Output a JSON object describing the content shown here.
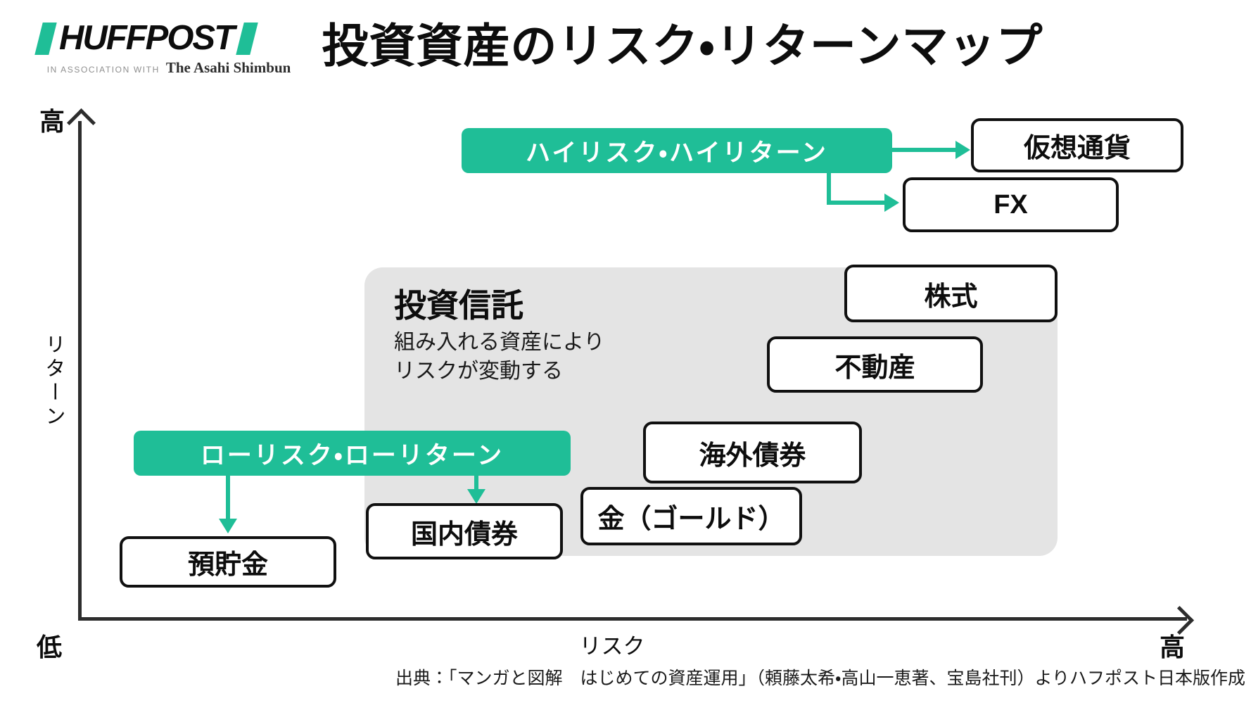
{
  "logo": {
    "brand": "HUFFPOST",
    "association": "IN ASSOCIATION WITH",
    "partner": "The Asahi Shimbun"
  },
  "title": "投資資産のリスク・リターンマップ",
  "axes": {
    "y_high": "高",
    "y_low": "低",
    "y_label": "リターン",
    "x_label": "リスク",
    "x_high": "高"
  },
  "labels": {
    "high_risk": "ハイリスク・ハイリターン",
    "low_risk": "ローリスク・ローリターン"
  },
  "panel": {
    "title": "投資信託",
    "desc_line1": "組み入れる資産により",
    "desc_line2": "リスクが変動する"
  },
  "assets": [
    {
      "id": "crypto",
      "label": "仮想通貨"
    },
    {
      "id": "fx",
      "label": "FX"
    },
    {
      "id": "stocks",
      "label": "株式"
    },
    {
      "id": "real_estate",
      "label": "不動産"
    },
    {
      "id": "foreign_bonds",
      "label": "海外債券"
    },
    {
      "id": "gold",
      "label": "金（ゴールド）"
    },
    {
      "id": "domestic_bonds",
      "label": "国内債券"
    },
    {
      "id": "savings",
      "label": "預貯金"
    }
  ],
  "source": "出典：「マンガと図解　はじめての資産運用」（頼藤太希・高山一恵著、宝島社刊）よりハフポスト日本版作成",
  "colors": {
    "green": "#1FBE97",
    "panel_gray": "#e4e4e4",
    "axis": "#2d2d2d",
    "box_border": "#101010"
  },
  "chart_data": {
    "type": "scatter",
    "title": "投資資産のリスク・リターンマップ",
    "xlabel": "リスク",
    "ylabel": "リターン",
    "x_range_labels": [
      "低",
      "高"
    ],
    "y_range_labels": [
      "低",
      "高"
    ],
    "grid": false,
    "points": [
      {
        "label": "預貯金",
        "risk": 0.13,
        "return": 0.09,
        "group": "ローリスク・ローリターン"
      },
      {
        "label": "国内債券",
        "risk": 0.35,
        "return": 0.17,
        "group": "ローリスク・ローリターン"
      },
      {
        "label": "金（ゴールド）",
        "risk": 0.55,
        "return": 0.26,
        "group": "投資信託"
      },
      {
        "label": "海外債券",
        "risk": 0.61,
        "return": 0.36,
        "group": "投資信託"
      },
      {
        "label": "不動産",
        "risk": 0.72,
        "return": 0.52,
        "group": "投資信託"
      },
      {
        "label": "株式",
        "risk": 0.8,
        "return": 0.66,
        "group": "投資信託"
      },
      {
        "label": "FX",
        "risk": 0.83,
        "return": 0.83,
        "group": "ハイリスク・ハイリターン"
      },
      {
        "label": "仮想通貨",
        "risk": 0.9,
        "return": 0.93,
        "group": "ハイリスク・ハイリターン"
      }
    ],
    "annotations": [
      {
        "text": "ハイリスク・ハイリターン",
        "targets": [
          "仮想通貨",
          "FX"
        ]
      },
      {
        "text": "ローリスク・ローリターン",
        "targets": [
          "預貯金",
          "国内債券"
        ]
      },
      {
        "text": "投資信託 組み入れる資産によりリスクが変動する",
        "targets": [
          "金（ゴールド）",
          "海外債券",
          "不動産",
          "株式"
        ]
      }
    ]
  }
}
